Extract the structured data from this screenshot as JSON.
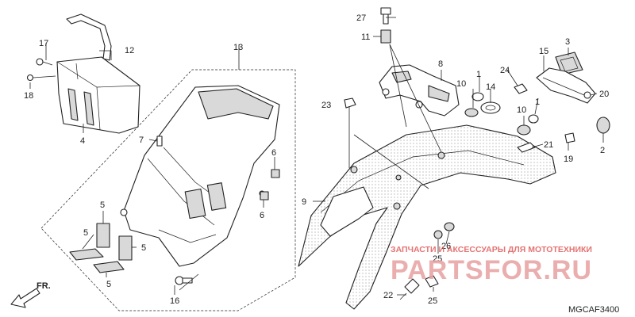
{
  "diagram": {
    "code": "MGCAF3400",
    "direction_label": "FR.",
    "watermark_caption": "ЗАПЧАСТИ И АКСЕССУАРЫ ДЛЯ МОТОТЕХНИКИ",
    "watermark_logo": "PARTSFOR.RU"
  },
  "callouts": {
    "c1a": "1",
    "c1b": "1",
    "c2": "2",
    "c3": "3",
    "c4": "4",
    "c5a": "5",
    "c5b": "5",
    "c5c": "5",
    "c5d": "5",
    "c6a": "6",
    "c6b": "6",
    "c7": "7",
    "c8": "8",
    "c9": "9",
    "c10a": "10",
    "c10b": "10",
    "c11": "11",
    "c12": "12",
    "c13": "13",
    "c14": "14",
    "c15": "15",
    "c16": "16",
    "c17": "17",
    "c18": "18",
    "c19": "19",
    "c20": "20",
    "c21": "21",
    "c22": "22",
    "c23": "23",
    "c24": "24",
    "c25a": "25",
    "c25b": "25",
    "c26": "26",
    "c27": "27"
  }
}
